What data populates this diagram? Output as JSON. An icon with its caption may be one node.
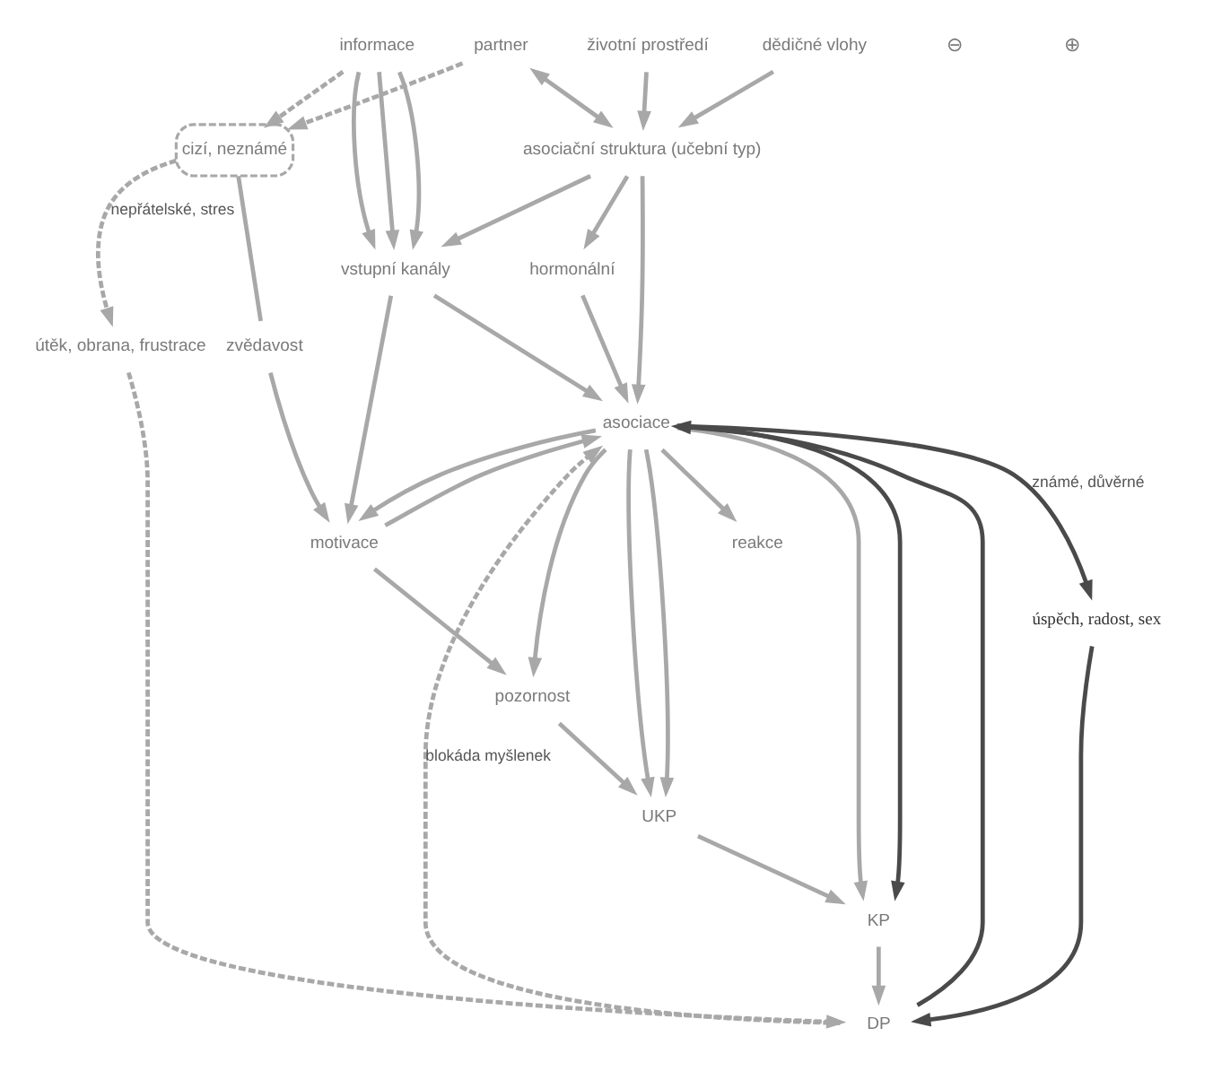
{
  "diagram": {
    "nodes": [
      {
        "text": [
          "životní prostředí"
        ]
      },
      {
        "text": [
          "informace"
        ]
      },
      {
        "text": [
          "dědičné vlohy"
        ]
      },
      {
        "text": [
          "asociační struktura (učební typ)"
        ]
      },
      {
        "text": [
          "partner"
        ]
      },
      {
        "text": [
          "cizí, neznámé"
        ]
      },
      {
        "text": [
          "zvědavost"
        ]
      },
      {
        "text": [
          "vstupní kanály"
        ]
      },
      {
        "text": [
          "hormonální"
        ]
      },
      {
        "text": [
          "reakce"
        ]
      },
      {
        "text": [
          "útěk, obrana, frustrace"
        ]
      },
      {
        "text": [
          "úspěch, radost, sex"
        ]
      },
      {
        "text": [
          "motivace"
        ]
      },
      {
        "text": [
          "asociace"
        ]
      },
      {
        "text": [
          "DP"
        ]
      },
      {
        "text": [
          "pozornost"
        ]
      },
      {
        "text": [
          "UKP"
        ]
      },
      {
        "text": [
          "KP"
        ]
      }
    ],
    "edges": [
      {
        "from": 0,
        "to": 3,
        "arrow": "to"
      },
      {
        "from": 2,
        "to": 3,
        "arrow": "to"
      },
      {
        "from": 3,
        "to": 4,
        "arrow": "both"
      },
      {
        "from": 1,
        "to": 5,
        "arrow": "to",
        "style": "dashed"
      },
      {
        "from": 4,
        "to": 5,
        "arrow": "to",
        "style": "dashed"
      },
      {
        "from": 3,
        "to": 7,
        "arrow": "to"
      },
      {
        "from": 5,
        "to": 6,
        "arrow": "none"
      },
      {
        "from": 6,
        "to": 12,
        "arrow": "to"
      },
      {
        "from": 3,
        "to": 8,
        "arrow": "to"
      },
      {
        "from": 8,
        "to": 13,
        "arrow": "to"
      },
      {
        "from": 3,
        "to": 13,
        "arrow": "to"
      },
      {
        "from": 5,
        "to": 10,
        "arrow": "to",
        "style": "dashed",
        "label": "nepřátelské, stres"
      },
      {
        "from": 1,
        "to": 7,
        "arrow": "to"
      },
      {
        "from": 1,
        "to": 7,
        "arrow": "to"
      },
      {
        "from": 1,
        "to": 7,
        "arrow": "to"
      },
      {
        "from": 7,
        "to": 12,
        "arrow": "to"
      },
      {
        "from": 7,
        "to": 13,
        "arrow": "to"
      },
      {
        "from": 13,
        "to": 9,
        "arrow": "to"
      },
      {
        "from": 13,
        "to": 11,
        "arrow": "to",
        "color": "#4a4a4a",
        "label": "známé, důvěrné"
      },
      {
        "from": 10,
        "to": 14,
        "arrow": "to",
        "style": "dashed"
      },
      {
        "from": 11,
        "to": 14,
        "arrow": "to",
        "color": "#4a4a4a"
      },
      {
        "from": 14,
        "to": 13,
        "arrow": "to",
        "style": "dashed",
        "label": "blokáda myšlenek"
      },
      {
        "from": 14,
        "to": 13,
        "arrow": "to",
        "color": "#4a4a4a"
      },
      {
        "from": 13,
        "to": 12,
        "arrow": "to"
      },
      {
        "from": 12,
        "to": 13,
        "arrow": "to"
      },
      {
        "from": 12,
        "to": 15,
        "arrow": "to"
      },
      {
        "from": 13,
        "to": 15,
        "arrow": "to"
      },
      {
        "from": 13,
        "to": 16,
        "arrow": "to"
      },
      {
        "from": 13,
        "to": 16,
        "arrow": "to"
      },
      {
        "from": 13,
        "to": 17,
        "arrow": "to"
      },
      {
        "from": 13,
        "to": 17,
        "arrow": "to",
        "color": "#4a4a4a"
      },
      {
        "from": 15,
        "to": 16,
        "arrow": "to"
      },
      {
        "from": 16,
        "to": 17,
        "arrow": "to"
      },
      {
        "from": 17,
        "to": 14,
        "arrow": "to"
      }
    ],
    "labels": [
      "⊖",
      "⊕"
    ]
  }
}
